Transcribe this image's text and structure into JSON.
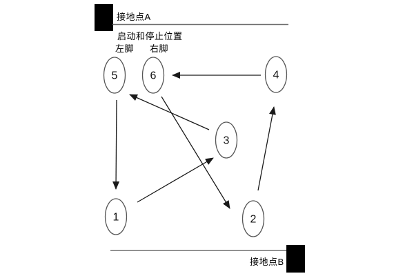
{
  "figure": {
    "title_context": "foot-step pattern diagram",
    "top": {
      "ground_point_label": "接地点A",
      "start_stop_label": "启动和停止位置",
      "left_foot_label": "左脚",
      "right_foot_label": "右脚"
    },
    "bottom": {
      "ground_point_label": "接地点B"
    },
    "nodes": {
      "n1": {
        "label": "1"
      },
      "n2": {
        "label": "2"
      },
      "n3": {
        "label": "3"
      },
      "n4": {
        "label": "4"
      },
      "n5": {
        "label": "5"
      },
      "n6": {
        "label": "6"
      }
    },
    "arrows": [
      {
        "from": "4",
        "to": "6"
      },
      {
        "from": "3",
        "to": "5"
      },
      {
        "from": "6",
        "to": "2"
      },
      {
        "from": "1",
        "to": "3"
      },
      {
        "from": "5",
        "to": "1"
      },
      {
        "from": "2",
        "to": "4"
      }
    ],
    "colors": {
      "background": "#ffffff",
      "ground_line": "#6e6e6e",
      "ellipse_stroke": "#555555",
      "arrow": "#1a1a1a",
      "text": "#000000",
      "ground_block": "#000000"
    }
  }
}
